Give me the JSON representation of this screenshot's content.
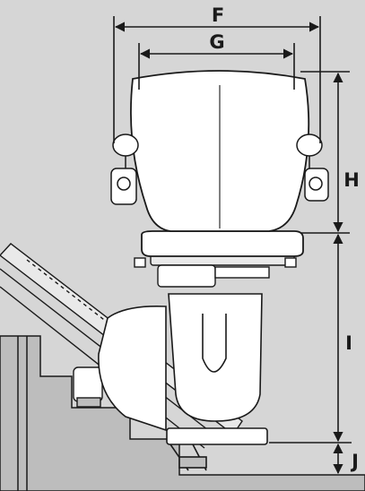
{
  "diagram": {
    "labels": {
      "overall_width": "F",
      "inner_width": "G",
      "backrest_height": "H",
      "seat_height": "I",
      "footrest_height": "J"
    },
    "colors": {
      "background": "#d6d6d6",
      "line": "#1a1a1a",
      "chair_fill": "#ffffff",
      "rail_fill": "#e9e9e9",
      "stair_fill": "#bdbdbd"
    }
  }
}
